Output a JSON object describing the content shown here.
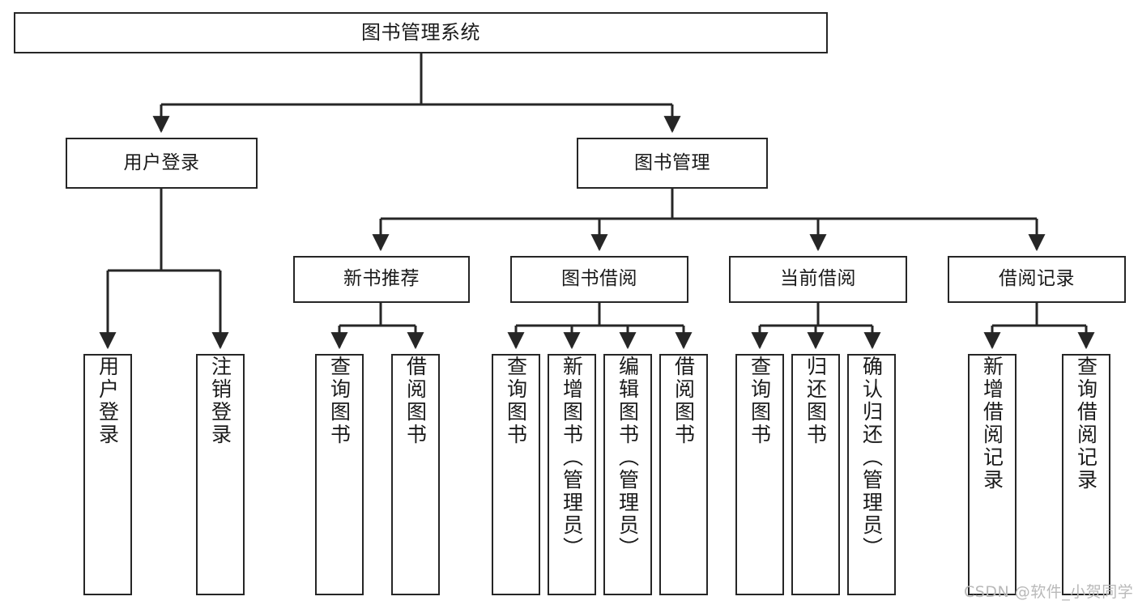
{
  "diagram": {
    "title": "图书管理系统",
    "watermark": "CSDN @软件_小贺同学",
    "colors": {
      "stroke": "#262626",
      "box_fill": "#ffffff",
      "text": "#1a1a1a",
      "background": "#ffffff",
      "watermark": "#b9b9b9"
    },
    "nodes": {
      "root": {
        "label": "图书管理系统"
      },
      "level2": [
        {
          "label": "用户登录"
        },
        {
          "label": "图书管理"
        }
      ],
      "level3": [
        {
          "label": "新书推荐"
        },
        {
          "label": "图书借阅"
        },
        {
          "label": "当前借阅"
        },
        {
          "label": "借阅记录"
        }
      ],
      "leaves": {
        "user_login": [
          {
            "label": "用户登录"
          },
          {
            "label": "注销登录"
          }
        ],
        "new_book_recommend": [
          {
            "label": "查询图书"
          },
          {
            "label": "借阅图书"
          }
        ],
        "book_borrow": [
          {
            "label": "查询图书"
          },
          {
            "label": "新增图书（管理员）"
          },
          {
            "label": "编辑图书（管理员）"
          },
          {
            "label": "借阅图书"
          }
        ],
        "current_borrow": [
          {
            "label": "查询图书"
          },
          {
            "label": "归还图书"
          },
          {
            "label": "确认归还（管理员）"
          }
        ],
        "borrow_record": [
          {
            "label": "新增借阅记录"
          },
          {
            "label": "查询借阅记录"
          }
        ]
      }
    }
  },
  "chart_data": {
    "type": "diagram",
    "subtype": "tree-hierarchy",
    "title": "图书管理系统",
    "orientation": "top-down",
    "tree": {
      "name": "图书管理系统",
      "children": [
        {
          "name": "用户登录",
          "children": [
            {
              "name": "用户登录"
            },
            {
              "name": "注销登录"
            }
          ]
        },
        {
          "name": "图书管理",
          "children": [
            {
              "name": "新书推荐",
              "children": [
                {
                  "name": "查询图书"
                },
                {
                  "name": "借阅图书"
                }
              ]
            },
            {
              "name": "图书借阅",
              "children": [
                {
                  "name": "查询图书"
                },
                {
                  "name": "新增图书（管理员）"
                },
                {
                  "name": "编辑图书（管理员）"
                },
                {
                  "name": "借阅图书"
                }
              ]
            },
            {
              "name": "当前借阅",
              "children": [
                {
                  "name": "查询图书"
                },
                {
                  "name": "归还图书"
                },
                {
                  "name": "确认归还（管理员）"
                }
              ]
            },
            {
              "name": "借阅记录",
              "children": [
                {
                  "name": "新增借阅记录"
                },
                {
                  "name": "查询借阅记录"
                }
              ]
            }
          ]
        }
      ]
    },
    "depth": 4,
    "node_count": 18,
    "leaf_count": 13
  }
}
